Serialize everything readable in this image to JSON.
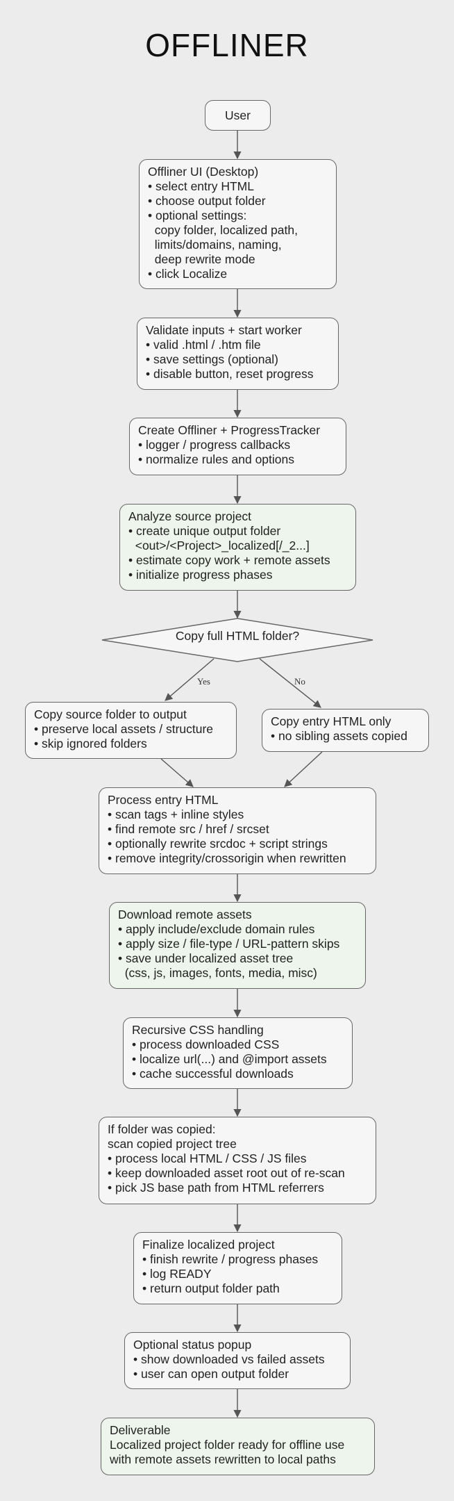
{
  "title": "OFFLINER",
  "nodes": {
    "user": "User",
    "offliner_ui": "Offliner UI (Desktop)\n• select entry HTML\n• choose output folder\n• optional settings:\n  copy folder, localized path,\n  limits/domains, naming,\n  deep rewrite mode\n• click Localize",
    "validate": "Validate inputs + start worker\n• valid .html / .htm file\n• save settings (optional)\n• disable button, reset progress",
    "create": "Create Offliner + ProgressTracker\n• logger / progress callbacks\n• normalize rules and options",
    "analyze": "Analyze source project\n• create unique output folder\n  <out>/<Project>_localized[/_2...]\n• estimate copy work + remote assets\n• initialize progress phases",
    "decision": "Copy full HTML folder?",
    "copy_source": "Copy source folder to output\n• preserve local assets / structure\n• skip ignored folders",
    "copy_entry": "Copy entry HTML only\n• no sibling assets copied",
    "process_entry": "Process entry HTML\n• scan tags + inline styles\n• find remote src / href / srcset\n• optionally rewrite srcdoc + script strings\n• remove integrity/crossorigin when rewritten",
    "download": "Download remote assets\n• apply include/exclude domain rules\n• apply size / file-type / URL-pattern skips\n• save under localized asset tree\n  (css, js, images, fonts, media, misc)",
    "recursive_css": "Recursive CSS handling\n• process downloaded CSS\n• localize url(...) and @import assets\n• cache successful downloads",
    "folder_copied": "If folder was copied:\nscan copied project tree\n• process local HTML / CSS / JS files\n• keep downloaded asset root out of re-scan\n• pick JS base path from HTML referrers",
    "finalize": "Finalize localized project\n• finish rewrite / progress phases\n• log READY\n• return output folder path",
    "status_popup": "Optional status popup\n• show downloaded vs failed assets\n• user can open output folder",
    "deliverable": "Deliverable\nLocalized project folder ready for offline use\nwith remote assets rewritten to local paths"
  },
  "edge_labels": {
    "yes": "Yes",
    "no": "No"
  },
  "colors": {
    "background": "#ececec",
    "node_fill": "#f6f6f6",
    "highlight_fill": "#eef5ec",
    "stroke": "#666666"
  }
}
